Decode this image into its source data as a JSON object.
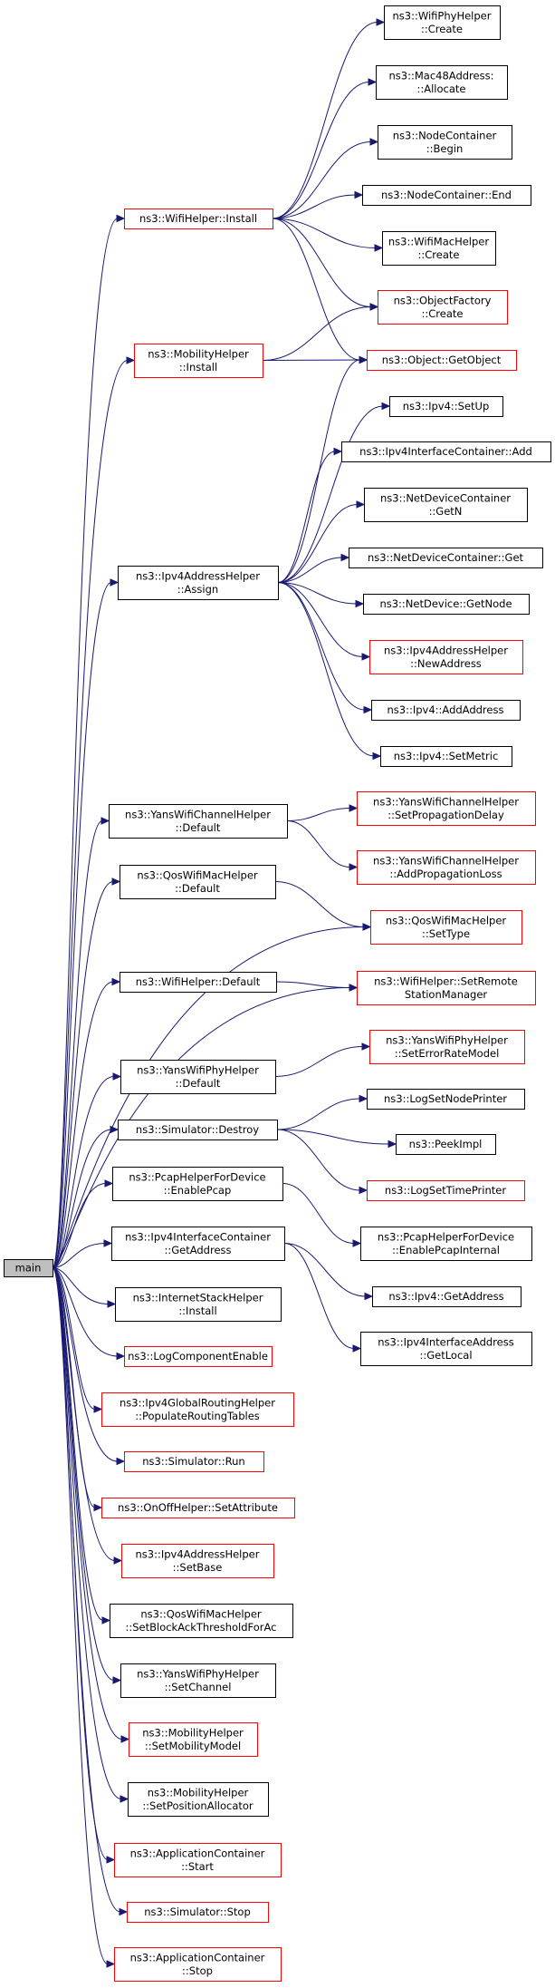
{
  "colors": {
    "edge": "#191970",
    "box_border": "#000000",
    "box_border_external": "#ff0000",
    "root_fill": "#bfbfbf",
    "background": "#ffffff"
  },
  "nodes": [
    {
      "id": "main",
      "lines": [
        "main"
      ],
      "style": "root"
    },
    {
      "id": "wifi_install",
      "lines": [
        "ns3::WifiHelper::Install"
      ],
      "style": "red"
    },
    {
      "id": "mob_install",
      "lines": [
        "ns3::MobilityHelper",
        "::Install"
      ],
      "style": "red"
    },
    {
      "id": "ipv4_assign",
      "lines": [
        "ns3::Ipv4AddressHelper",
        "::Assign"
      ],
      "style": "black"
    },
    {
      "id": "yans_ch_default",
      "lines": [
        "ns3::YansWifiChannelHelper",
        "::Default"
      ],
      "style": "black"
    },
    {
      "id": "qos_default",
      "lines": [
        "ns3::QosWifiMacHelper",
        "::Default"
      ],
      "style": "black"
    },
    {
      "id": "wifi_default",
      "lines": [
        "ns3::WifiHelper::Default"
      ],
      "style": "black"
    },
    {
      "id": "yans_phy_default",
      "lines": [
        "ns3::YansWifiPhyHelper",
        "::Default"
      ],
      "style": "black"
    },
    {
      "id": "sim_destroy",
      "lines": [
        "ns3::Simulator::Destroy"
      ],
      "style": "black"
    },
    {
      "id": "pcap_enable",
      "lines": [
        "ns3::PcapHelperForDevice",
        "::EnablePcap"
      ],
      "style": "black"
    },
    {
      "id": "ipv4ic_getaddr",
      "lines": [
        "ns3::Ipv4InterfaceContainer",
        "::GetAddress"
      ],
      "style": "black"
    },
    {
      "id": "inet_install",
      "lines": [
        "ns3::InternetStackHelper",
        "::Install"
      ],
      "style": "black"
    },
    {
      "id": "log_enable",
      "lines": [
        "ns3::LogComponentEnable"
      ],
      "style": "red"
    },
    {
      "id": "ipv4gr_populate",
      "lines": [
        "ns3::Ipv4GlobalRoutingHelper",
        "::PopulateRoutingTables"
      ],
      "style": "red"
    },
    {
      "id": "sim_run",
      "lines": [
        "ns3::Simulator::Run"
      ],
      "style": "red"
    },
    {
      "id": "onoff_setattr",
      "lines": [
        "ns3::OnOffHelper::SetAttribute"
      ],
      "style": "red"
    },
    {
      "id": "ipv4ah_setbase",
      "lines": [
        "ns3::Ipv4AddressHelper",
        "::SetBase"
      ],
      "style": "red"
    },
    {
      "id": "qos_setblockack",
      "lines": [
        "ns3::QosWifiMacHelper",
        "::SetBlockAckThresholdForAc"
      ],
      "style": "black"
    },
    {
      "id": "yans_phy_setchannel",
      "lines": [
        "ns3::YansWifiPhyHelper",
        "::SetChannel"
      ],
      "style": "black"
    },
    {
      "id": "mob_setmodel",
      "lines": [
        "ns3::MobilityHelper",
        "::SetMobilityModel"
      ],
      "style": "red"
    },
    {
      "id": "mob_setposalloc",
      "lines": [
        "ns3::MobilityHelper",
        "::SetPositionAllocator"
      ],
      "style": "black"
    },
    {
      "id": "app_start",
      "lines": [
        "ns3::ApplicationContainer",
        "::Start"
      ],
      "style": "red"
    },
    {
      "id": "sim_stop",
      "lines": [
        "ns3::Simulator::Stop"
      ],
      "style": "red"
    },
    {
      "id": "app_stop",
      "lines": [
        "ns3::ApplicationContainer",
        "::Stop"
      ],
      "style": "red"
    },
    {
      "id": "wifiphy_create",
      "lines": [
        "ns3::WifiPhyHelper",
        "::Create"
      ],
      "style": "black"
    },
    {
      "id": "mac48_allocate",
      "lines": [
        "ns3::Mac48Address:",
        "::Allocate"
      ],
      "style": "black"
    },
    {
      "id": "nodec_begin",
      "lines": [
        "ns3::NodeContainer",
        "::Begin"
      ],
      "style": "black"
    },
    {
      "id": "nodec_end",
      "lines": [
        "ns3::NodeContainer::End"
      ],
      "style": "black"
    },
    {
      "id": "wifimac_create",
      "lines": [
        "ns3::WifiMacHelper",
        "::Create"
      ],
      "style": "black"
    },
    {
      "id": "objfactory_create",
      "lines": [
        "ns3::ObjectFactory",
        "::Create"
      ],
      "style": "red"
    },
    {
      "id": "object_getobject",
      "lines": [
        "ns3::Object::GetObject"
      ],
      "style": "red"
    },
    {
      "id": "ipv4_setup",
      "lines": [
        "ns3::Ipv4::SetUp"
      ],
      "style": "black"
    },
    {
      "id": "ipv4ic_add",
      "lines": [
        "ns3::Ipv4InterfaceContainer::Add"
      ],
      "style": "black"
    },
    {
      "id": "netdevc_getn",
      "lines": [
        "ns3::NetDeviceContainer",
        "::GetN"
      ],
      "style": "black"
    },
    {
      "id": "netdevc_get",
      "lines": [
        "ns3::NetDeviceContainer::Get"
      ],
      "style": "black"
    },
    {
      "id": "netdev_getnode",
      "lines": [
        "ns3::NetDevice::GetNode"
      ],
      "style": "black"
    },
    {
      "id": "ipv4ah_newaddr",
      "lines": [
        "ns3::Ipv4AddressHelper",
        "::NewAddress"
      ],
      "style": "red"
    },
    {
      "id": "ipv4_addaddress",
      "lines": [
        "ns3::Ipv4::AddAddress"
      ],
      "style": "black"
    },
    {
      "id": "ipv4_setmetric",
      "lines": [
        "ns3::Ipv4::SetMetric"
      ],
      "style": "black"
    },
    {
      "id": "yans_ch_setpropdelay",
      "lines": [
        "ns3::YansWifiChannelHelper",
        "::SetPropagationDelay"
      ],
      "style": "red"
    },
    {
      "id": "yans_ch_addproploss",
      "lines": [
        "ns3::YansWifiChannelHelper",
        "::AddPropagationLoss"
      ],
      "style": "red"
    },
    {
      "id": "qos_settype",
      "lines": [
        "ns3::QosWifiMacHelper",
        "::SetType"
      ],
      "style": "red"
    },
    {
      "id": "wifi_setremote",
      "lines": [
        "ns3::WifiHelper::SetRemote",
        "StationManager"
      ],
      "style": "red"
    },
    {
      "id": "yans_phy_seterrrate",
      "lines": [
        "ns3::YansWifiPhyHelper",
        "::SetErrorRateModel"
      ],
      "style": "red"
    },
    {
      "id": "log_setnodeprinter",
      "lines": [
        "ns3::LogSetNodePrinter"
      ],
      "style": "black"
    },
    {
      "id": "peekimpl",
      "lines": [
        "ns3::PeekImpl"
      ],
      "style": "black"
    },
    {
      "id": "log_settimeprinter",
      "lines": [
        "ns3::LogSetTimePrinter"
      ],
      "style": "red"
    },
    {
      "id": "pcap_enableinternal",
      "lines": [
        "ns3::PcapHelperForDevice",
        "::EnablePcapInternal"
      ],
      "style": "black"
    },
    {
      "id": "ipv4_getaddress",
      "lines": [
        "ns3::Ipv4::GetAddress"
      ],
      "style": "black"
    },
    {
      "id": "ipv4ia_getlocal",
      "lines": [
        "ns3::Ipv4InterfaceAddress",
        "::GetLocal"
      ],
      "style": "black"
    }
  ],
  "edges": [
    [
      "main",
      "wifi_install"
    ],
    [
      "main",
      "mob_install"
    ],
    [
      "main",
      "ipv4_assign"
    ],
    [
      "main",
      "yans_ch_default"
    ],
    [
      "main",
      "qos_default"
    ],
    [
      "main",
      "qos_settype"
    ],
    [
      "main",
      "wifi_default"
    ],
    [
      "main",
      "wifi_setremote"
    ],
    [
      "main",
      "yans_phy_default"
    ],
    [
      "main",
      "sim_destroy"
    ],
    [
      "main",
      "pcap_enable"
    ],
    [
      "main",
      "ipv4ic_getaddr"
    ],
    [
      "main",
      "inet_install"
    ],
    [
      "main",
      "log_enable"
    ],
    [
      "main",
      "ipv4gr_populate"
    ],
    [
      "main",
      "sim_run"
    ],
    [
      "main",
      "onoff_setattr"
    ],
    [
      "main",
      "ipv4ah_setbase"
    ],
    [
      "main",
      "qos_setblockack"
    ],
    [
      "main",
      "yans_phy_setchannel"
    ],
    [
      "main",
      "mob_setmodel"
    ],
    [
      "main",
      "mob_setposalloc"
    ],
    [
      "main",
      "app_start"
    ],
    [
      "main",
      "sim_stop"
    ],
    [
      "main",
      "app_stop"
    ],
    [
      "wifi_install",
      "wifiphy_create"
    ],
    [
      "wifi_install",
      "mac48_allocate"
    ],
    [
      "wifi_install",
      "nodec_begin"
    ],
    [
      "wifi_install",
      "nodec_end"
    ],
    [
      "wifi_install",
      "wifimac_create"
    ],
    [
      "wifi_install",
      "objfactory_create"
    ],
    [
      "wifi_install",
      "object_getobject"
    ],
    [
      "mob_install",
      "objfactory_create"
    ],
    [
      "mob_install",
      "object_getobject"
    ],
    [
      "ipv4_assign",
      "object_getobject"
    ],
    [
      "ipv4_assign",
      "ipv4_setup"
    ],
    [
      "ipv4_assign",
      "ipv4ic_add"
    ],
    [
      "ipv4_assign",
      "netdevc_getn"
    ],
    [
      "ipv4_assign",
      "netdevc_get"
    ],
    [
      "ipv4_assign",
      "netdev_getnode"
    ],
    [
      "ipv4_assign",
      "ipv4ah_newaddr"
    ],
    [
      "ipv4_assign",
      "ipv4_addaddress"
    ],
    [
      "ipv4_assign",
      "ipv4_setmetric"
    ],
    [
      "yans_ch_default",
      "yans_ch_setpropdelay"
    ],
    [
      "yans_ch_default",
      "yans_ch_addproploss"
    ],
    [
      "qos_default",
      "qos_settype"
    ],
    [
      "wifi_default",
      "wifi_setremote"
    ],
    [
      "yans_phy_default",
      "yans_phy_seterrrate"
    ],
    [
      "sim_destroy",
      "log_setnodeprinter"
    ],
    [
      "sim_destroy",
      "peekimpl"
    ],
    [
      "sim_destroy",
      "log_settimeprinter"
    ],
    [
      "pcap_enable",
      "pcap_enableinternal"
    ],
    [
      "ipv4ic_getaddr",
      "ipv4_getaddress"
    ],
    [
      "ipv4ic_getaddr",
      "ipv4ia_getlocal"
    ]
  ]
}
